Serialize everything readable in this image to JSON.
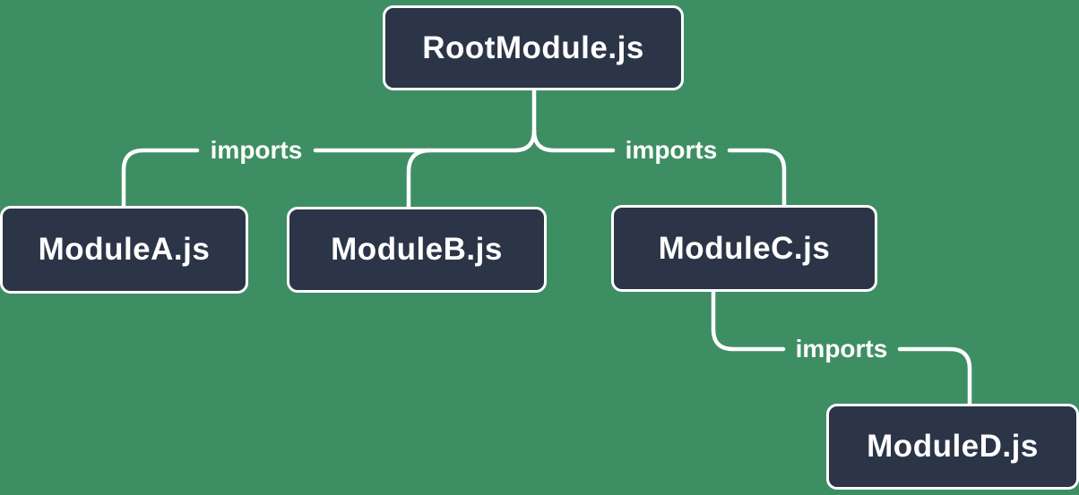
{
  "diagram": {
    "type": "module-dependency-tree",
    "colors": {
      "background": "#3e8e63",
      "node_fill": "#2b3547",
      "node_border": "#ffffff",
      "node_text": "#ffffff",
      "connector": "#ffffff",
      "edge_label_text": "#ffffff"
    },
    "nodes": [
      {
        "id": "root",
        "label": "RootModule.js"
      },
      {
        "id": "moduleA",
        "label": "ModuleA.js"
      },
      {
        "id": "moduleB",
        "label": "ModuleB.js"
      },
      {
        "id": "moduleC",
        "label": "ModuleC.js"
      },
      {
        "id": "moduleD",
        "label": "ModuleD.js"
      }
    ],
    "edges": [
      {
        "from": "RootModule.js",
        "to": "ModuleA.js",
        "label": "imports"
      },
      {
        "from": "RootModule.js",
        "to": "ModuleB.js",
        "label": ""
      },
      {
        "from": "RootModule.js",
        "to": "ModuleC.js",
        "label": "imports"
      },
      {
        "from": "ModuleC.js",
        "to": "ModuleD.js",
        "label": "imports"
      }
    ],
    "edge_labels": {
      "root_to_moduleA": "imports",
      "root_to_moduleC": "imports",
      "moduleC_to_moduleD": "imports"
    }
  }
}
